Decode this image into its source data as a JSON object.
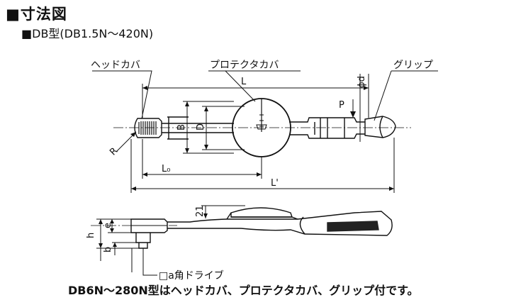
{
  "title": "■寸法図",
  "subtitle": "■DB型(DB1.5N～420N)",
  "footnote": "DB6N～280N型はヘッドカバ、プロテクタカバ、グリップ付です。",
  "labels": {
    "head_cover": "ヘッドカバ",
    "protector_cover": "プロテクタカバ",
    "grip": "グリップ",
    "drive": "□a角ドライブ"
  },
  "dimensions": {
    "L": "L",
    "L_prime": "L'",
    "L0": "L₀",
    "B": "B",
    "D": "D",
    "R": "R",
    "P": "P",
    "phi_d": "ϕd",
    "h": "h",
    "e": "e",
    "b": "b",
    "gap_21": "21"
  }
}
